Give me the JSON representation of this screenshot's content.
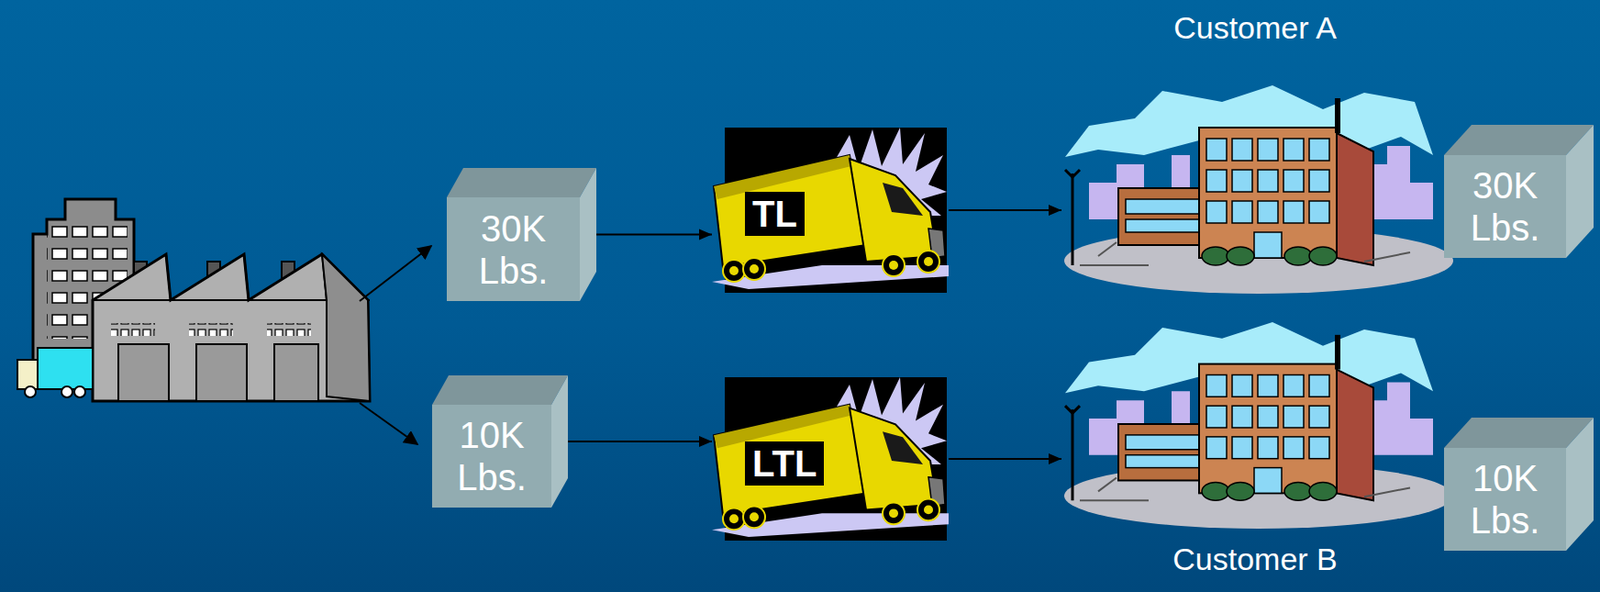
{
  "diagram": {
    "nodes": [
      {
        "text": [
          "30K Lbs."
        ]
      },
      {
        "text": [
          "10K Lbs."
        ]
      },
      {
        "text": [
          "TL"
        ]
      },
      {
        "text": [
          "LTL"
        ]
      },
      {
        "text": [
          "Customer A"
        ]
      },
      {
        "text": [
          "30K Lbs."
        ]
      },
      {
        "text": [
          "Customer B"
        ]
      },
      {
        "text": [
          "10K Lbs."
        ]
      }
    ],
    "edges": [
      {
        "from": 0,
        "to": 2,
        "arrow": "to"
      },
      {
        "from": 2,
        "to": 4,
        "arrow": "to"
      },
      {
        "from": 1,
        "to": 3,
        "arrow": "to"
      },
      {
        "from": 3,
        "to": 6,
        "arrow": "to"
      }
    ]
  }
}
